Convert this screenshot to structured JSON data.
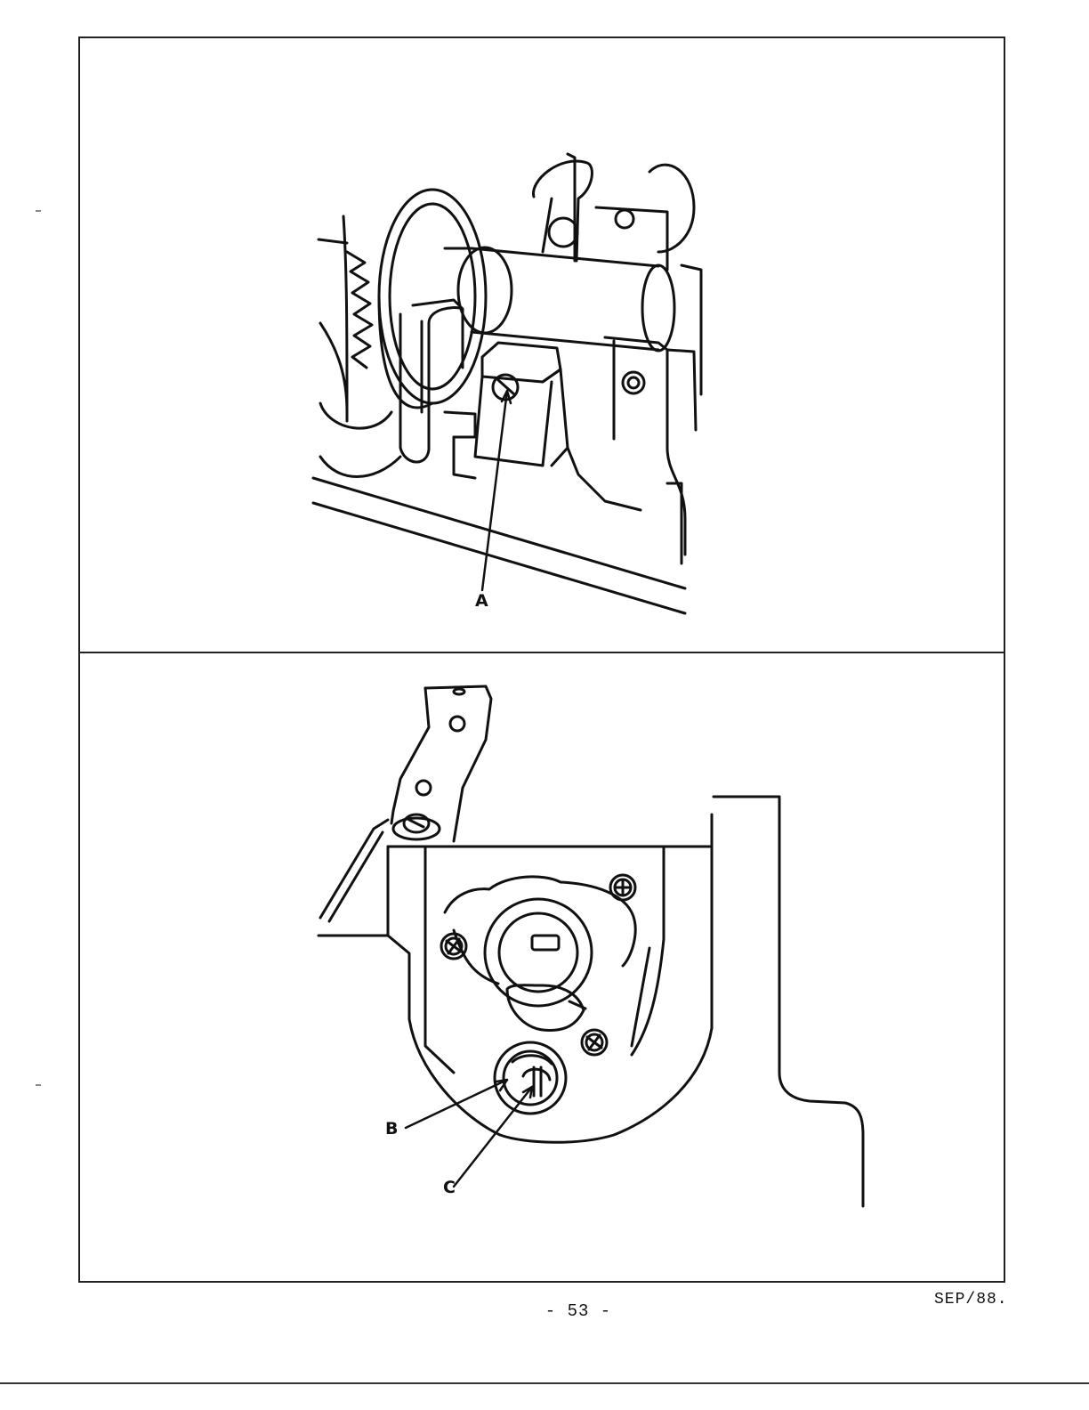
{
  "figures": [
    {
      "name": "top-figure",
      "callouts": [
        "A"
      ]
    },
    {
      "name": "bottom-figure",
      "callouts": [
        "B",
        "C"
      ]
    }
  ],
  "footer": {
    "page_number": "- 53 -",
    "date": "SEP/88."
  }
}
